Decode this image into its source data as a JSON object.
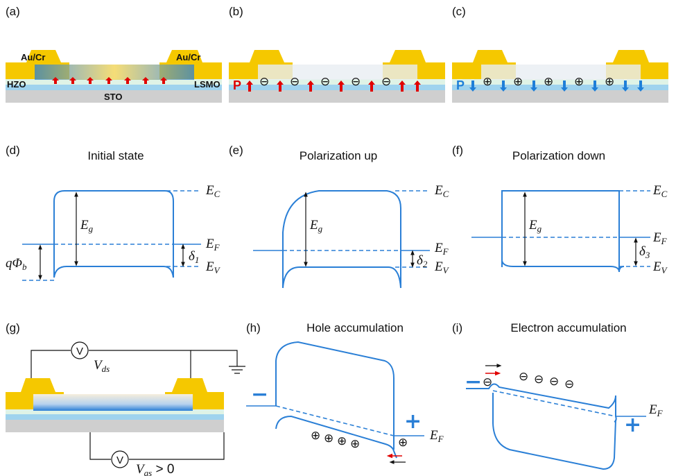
{
  "panel_labels": {
    "a": "(a)",
    "b": "(b)",
    "c": "(c)",
    "d": "(d)",
    "e": "(e)",
    "f": "(f)",
    "g": "(g)",
    "h": "(h)",
    "i": "(i)"
  },
  "materials": {
    "electrode_left": "Au/Cr",
    "electrode_right": "Au/Cr",
    "hzo": "HZO",
    "lsmo": "LSMO",
    "sto": "STO"
  },
  "polarization": {
    "p_b": "P",
    "p_c": "P"
  },
  "titles": {
    "d": "Initial state",
    "e": "Polarization up",
    "f": "Polarization down",
    "h": "Hole accumulation",
    "i": "Electron accumulation"
  },
  "symbols": {
    "E": "E",
    "Ec_sub": "C",
    "Ev_sub": "V",
    "Ef_sub": "F",
    "Eg_sub": "g",
    "q": "q",
    "phi": "Φ",
    "phi_sub": "b",
    "delta": "δ",
    "d1": "1",
    "d2": "2",
    "d3": "3"
  },
  "circuit": {
    "voltmeter": "V",
    "vds_main": "V",
    "vds_sub": "ds",
    "vgs_main": "V",
    "vgs_sub": "gs",
    "vgs_cond": " > 0"
  },
  "charges": {
    "minus": "⊖",
    "plus": "⊕",
    "minus_sign": "−",
    "plus_sign": "+"
  },
  "colors": {
    "band": "#2a7fd6",
    "gold": "#f5c800",
    "red_arrow": "#e00000",
    "blue_arrow": "#1e7fd8",
    "sto": "#cfcfcf",
    "lsmo": "#9fd3ee",
    "hzo": "#dff3e6"
  }
}
